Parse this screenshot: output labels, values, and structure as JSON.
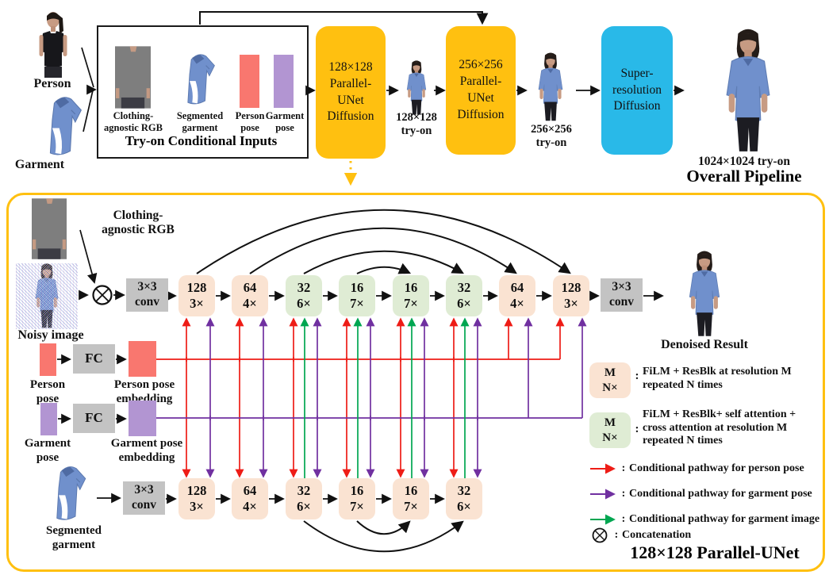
{
  "pipeline": {
    "person_label": "Person",
    "garment_label": "Garment",
    "inputs_title": "Try-on Conditional Inputs",
    "agnostic_label": "Clothing-\nagnostic RGB",
    "segmented_label": "Segmented\ngarment",
    "person_pose_label": "Person\npose",
    "garment_pose_label": "Garment\npose",
    "unet128_label": "128×128\nParallel-\nUNet\nDiffusion",
    "tryon128_label": "128×128\ntry-on",
    "unet256_label": "256×256\nParallel-\nUNet\nDiffusion",
    "tryon256_label": "256×256\ntry-on",
    "sr_label": "Super-\nresolution\nDiffusion",
    "tryon1024_label": "1024×1024 try-on",
    "caption": "Overall Pipeline"
  },
  "unet": {
    "agnostic_label": "Clothing-\nagnostic RGB",
    "noisy_label": "Noisy image",
    "conv_in_label": "3×3\nconv",
    "conv_out_label": "3×3\nconv",
    "conv_garment_label": "3×3\nconv",
    "fc_person_label": "FC",
    "fc_garment_label": "FC",
    "person_pose_label": "Person\npose",
    "person_pose_embedding_label": "Person pose\nembedding",
    "garment_pose_label": "Garment\npose",
    "garment_pose_embedding_label": "Garment pose\nembedding",
    "segmented_label": "Segmented\ngarment",
    "denoised_label": "Denoised Result",
    "caption": "128×128 Parallel-UNet",
    "top_blocks": [
      "128\n3×",
      "64\n4×",
      "32\n6×",
      "16\n7×",
      "16\n7×",
      "32\n6×",
      "64\n4×",
      "128\n3×"
    ],
    "bottom_blocks": [
      "128\n3×",
      "64\n4×",
      "32\n6×",
      "16\n7×",
      "16\n7×",
      "32\n6×"
    ]
  },
  "legend": {
    "colon": ":",
    "film_block_label": "M\nN×",
    "film_text": "FiLM + ResBlk at resolution M\nrepeated N times",
    "attn_block_label": "M\nN×",
    "attn_text": "FiLM + ResBlk+ self attention +\ncross attention at resolution M\nrepeated N times",
    "person_path_text": "Conditional pathway for person pose",
    "garment_pose_path_text": "Conditional pathway for garment pose",
    "garment_image_path_text": "Conditional pathway for garment image",
    "concat_text": "Concatenation"
  },
  "colors": {
    "pipeline_box": "#FFC010",
    "sr_box": "#29B9E8",
    "film_block": "#FAE3D2",
    "attention_block": "#DFECD4",
    "conv_box": "#C3C3C3",
    "person_pose_fill": "#F9776F",
    "garment_pose_fill": "#B295D2",
    "person_path": "#EE1C16",
    "garment_pose_path": "#7030A0",
    "garment_image_path": "#00A651",
    "container_border": "#FFC010"
  }
}
